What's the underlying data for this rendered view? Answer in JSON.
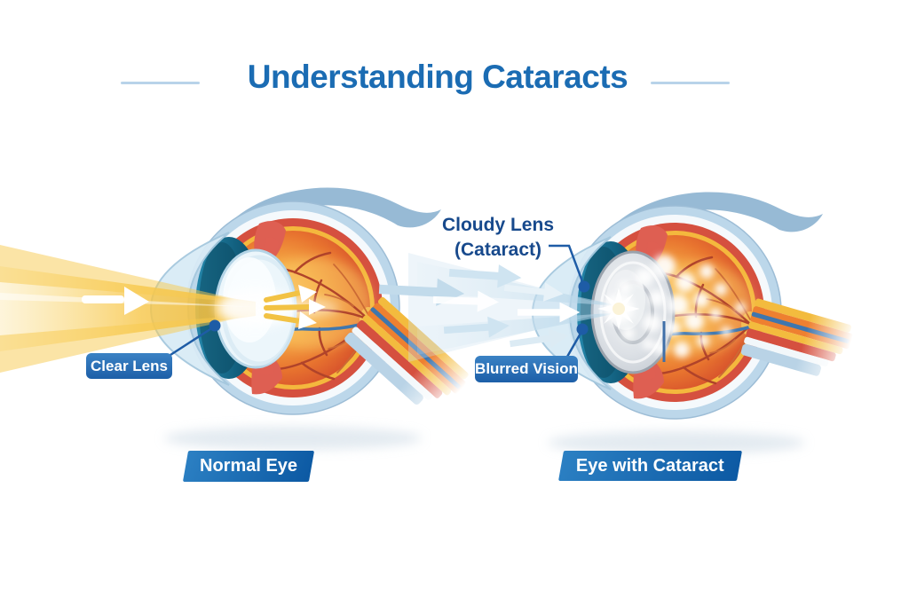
{
  "title": "Understanding Cataracts",
  "left_panel": {
    "lens_label": "Clear Lens",
    "caption": "Normal Eye"
  },
  "right_panel": {
    "lens_label_line1": "Cloudy Lens",
    "lens_label_line2": "(Cataract)",
    "vision_label": "Blurred Vision",
    "caption": "Eye with Cataract"
  },
  "colors": {
    "title_blue": "#1b6cb3",
    "label_navy": "#17498c",
    "badge_blue": "#1d5fa8",
    "banner_blue": "#0c59a3",
    "sclera_blue": "#bcd7ea",
    "choroid_red": "#d5503f",
    "retina_orange": "#ee8030",
    "light_ray_yellow": "#f6c43f",
    "cloudy_lens_gray": "#c3c9d1",
    "dash_blue": "#b8d3e9"
  }
}
